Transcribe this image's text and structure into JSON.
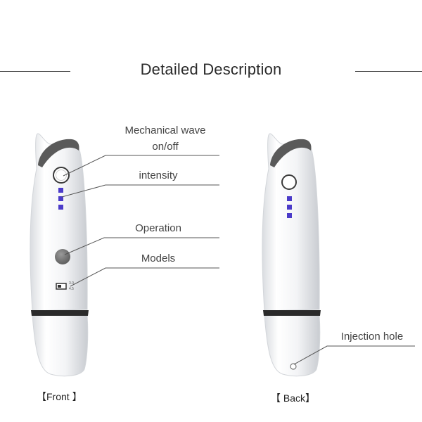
{
  "title": "Detailed Description",
  "labels": {
    "mechanical_wave": "Mechanical wave",
    "on_off": "on/off",
    "intensity": "intensity",
    "operation": "Operation",
    "models": "Models",
    "injection_hole": "Injection hole"
  },
  "switch_marks": {
    "top": "3.0",
    "bottom": "4.5"
  },
  "captions": {
    "front": "【Front 】",
    "back": "【 Back】"
  },
  "colors": {
    "indicator": "#4b3bc9",
    "device_body": "#f4f5f7",
    "trim": "#2a2a2a"
  }
}
